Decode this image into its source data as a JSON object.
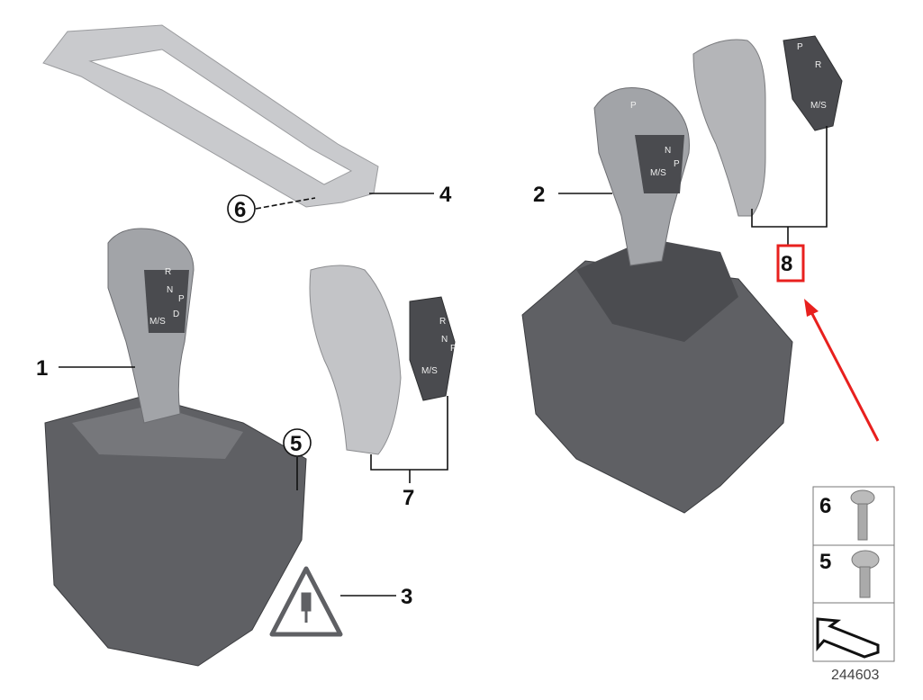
{
  "diagram": {
    "callouts": {
      "1": "1",
      "2": "2",
      "3": "3",
      "4": "4",
      "5": "5",
      "6": "6",
      "7": "7",
      "8": "8"
    },
    "knob_markings": {
      "r": "R",
      "n": "N",
      "p": "P",
      "d": "D",
      "ms": "M/S",
      "minus": "-",
      "plus": "+",
      "park_button": "P"
    },
    "legend": {
      "row1": "6",
      "row2": "5"
    },
    "catalog_number": "244603",
    "colors": {
      "highlight": "#e8201e",
      "part_body": "#5f6064",
      "trim": "#c8c9cc",
      "knob": "#a2a4a8"
    }
  }
}
